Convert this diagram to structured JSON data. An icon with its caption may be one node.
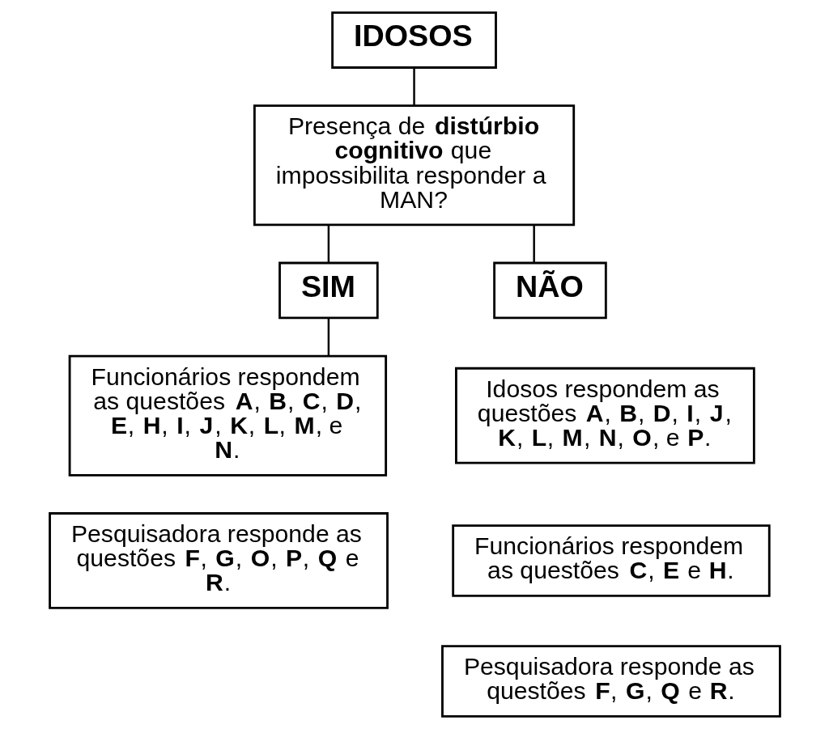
{
  "diagram": {
    "nodes": [
      {
        "text": [
          "IDOSOS"
        ]
      },
      {
        "text": [
          "Presença de **distúrbio cognitivo** que impossibilita responder a MAN?"
        ]
      },
      {
        "text": [
          "SIM"
        ]
      },
      {
        "text": [
          "NÃO"
        ]
      },
      {
        "text": [
          "Funcionários respondem as questões **A**, **B**, **C**, **D**, **E**, **H**, **I**, **J**, **K**, **L**, **M**, e **N**."
        ]
      },
      {
        "text": [
          "Pesquisadora responde as questões **F**, **G**, **O**, **P**, **Q** e **R**."
        ]
      },
      {
        "text": [
          "Idosos respondem as questões **A**, **B**, **D**, **I**, **J**, **K**, **L**, **M**, **N**, **O**, e **P**."
        ]
      },
      {
        "text": [
          "Funcionários respondem as questões **C**, **E** e **H**."
        ]
      },
      {
        "text": [
          "Pesquisadora responde as questões **F**, **G**, **Q** e **R**."
        ]
      }
    ],
    "edges": [
      {
        "from": 0,
        "to": 1,
        "arrow": "none"
      },
      {
        "from": 1,
        "to": 2,
        "arrow": "none"
      },
      {
        "from": 1,
        "to": 3,
        "arrow": "none"
      },
      {
        "from": 2,
        "to": 4,
        "arrow": "none"
      }
    ]
  }
}
